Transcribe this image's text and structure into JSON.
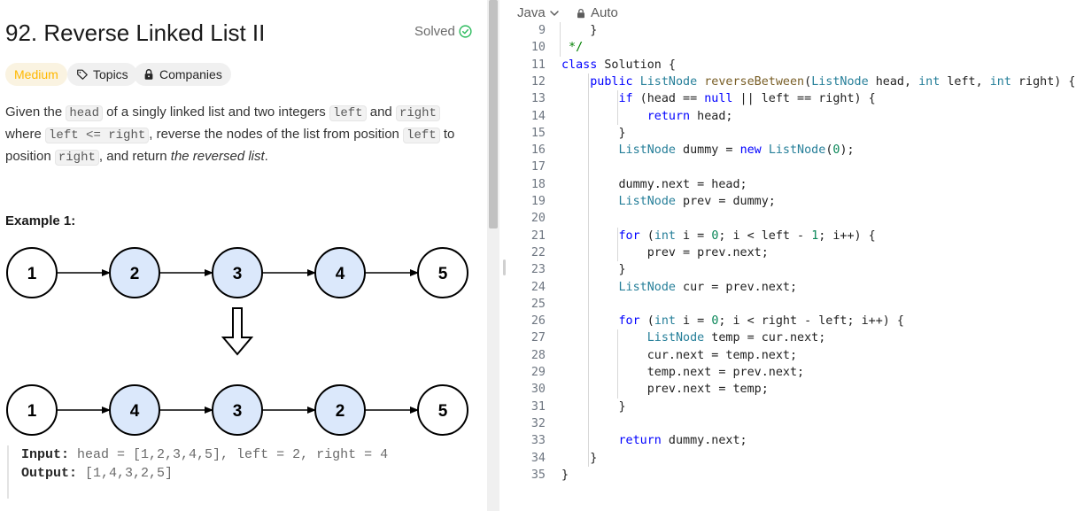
{
  "problem": {
    "title": "92. Reverse Linked List II",
    "status": "Solved",
    "tags": [
      "Medium",
      "Topics",
      "Companies"
    ],
    "description": {
      "p1": "Given the ",
      "c1": "head",
      "p2": " of a singly linked list and two integers ",
      "c2": "left",
      "p3": " and ",
      "c3": "right",
      "p4": " where ",
      "c4": "left <= right",
      "p5": ", reverse the nodes of the list from position ",
      "c5": "left",
      "p6": " to position ",
      "c6": "right",
      "p7": ", and return ",
      "em": "the reversed list",
      "p8": "."
    },
    "example_label": "Example 1:",
    "diagram": {
      "before": [
        "1",
        "2",
        "3",
        "4",
        "5"
      ],
      "after": [
        "1",
        "4",
        "3",
        "2",
        "5"
      ],
      "highlighted_fill": "#dbe8fb",
      "plain_fill": "#ffffff"
    },
    "example": {
      "input_label": "Input:",
      "input_value": "head = [1,2,3,4,5], left = 2, right = 4",
      "output_label": "Output:",
      "output_value": "[1,4,3,2,5]"
    }
  },
  "editor": {
    "language": "Java",
    "mode": "Auto",
    "lines": [
      {
        "n": "9",
        "t": "    }"
      },
      {
        "n": "10",
        "t": " */"
      },
      {
        "n": "11",
        "t": "class Solution {"
      },
      {
        "n": "12",
        "t": "    public ListNode reverseBetween(ListNode head, int left, int right) {"
      },
      {
        "n": "13",
        "t": "        if (head == null || left == right) {"
      },
      {
        "n": "14",
        "t": "            return head;"
      },
      {
        "n": "15",
        "t": "        }"
      },
      {
        "n": "16",
        "t": "        ListNode dummy = new ListNode(0);"
      },
      {
        "n": "17",
        "t": ""
      },
      {
        "n": "18",
        "t": "        dummy.next = head;"
      },
      {
        "n": "19",
        "t": "        ListNode prev = dummy;"
      },
      {
        "n": "20",
        "t": ""
      },
      {
        "n": "21",
        "t": "        for (int i = 0; i < left - 1; i++) {"
      },
      {
        "n": "22",
        "t": "            prev = prev.next;"
      },
      {
        "n": "23",
        "t": "        }"
      },
      {
        "n": "24",
        "t": "        ListNode cur = prev.next;"
      },
      {
        "n": "25",
        "t": ""
      },
      {
        "n": "26",
        "t": "        for (int i = 0; i < right - left; i++) {"
      },
      {
        "n": "27",
        "t": "            ListNode temp = cur.next;"
      },
      {
        "n": "28",
        "t": "            cur.next = temp.next;"
      },
      {
        "n": "29",
        "t": "            temp.next = prev.next;"
      },
      {
        "n": "30",
        "t": "            prev.next = temp;"
      },
      {
        "n": "31",
        "t": "        }"
      },
      {
        "n": "32",
        "t": ""
      },
      {
        "n": "33",
        "t": "        return dummy.next;"
      },
      {
        "n": "34",
        "t": "    }"
      },
      {
        "n": "35",
        "t": "}"
      }
    ]
  },
  "colors": {
    "medium": "#ffb800",
    "solved_check": "#2cbb5d",
    "keyword": "#0000ff",
    "type": "#267f99",
    "function": "#795e26",
    "number": "#098658"
  },
  "icons": {
    "solved": "check-circle-icon",
    "topics": "tag-icon",
    "companies": "lock-icon",
    "language": "chevron-down-icon",
    "mode": "lock-icon"
  }
}
